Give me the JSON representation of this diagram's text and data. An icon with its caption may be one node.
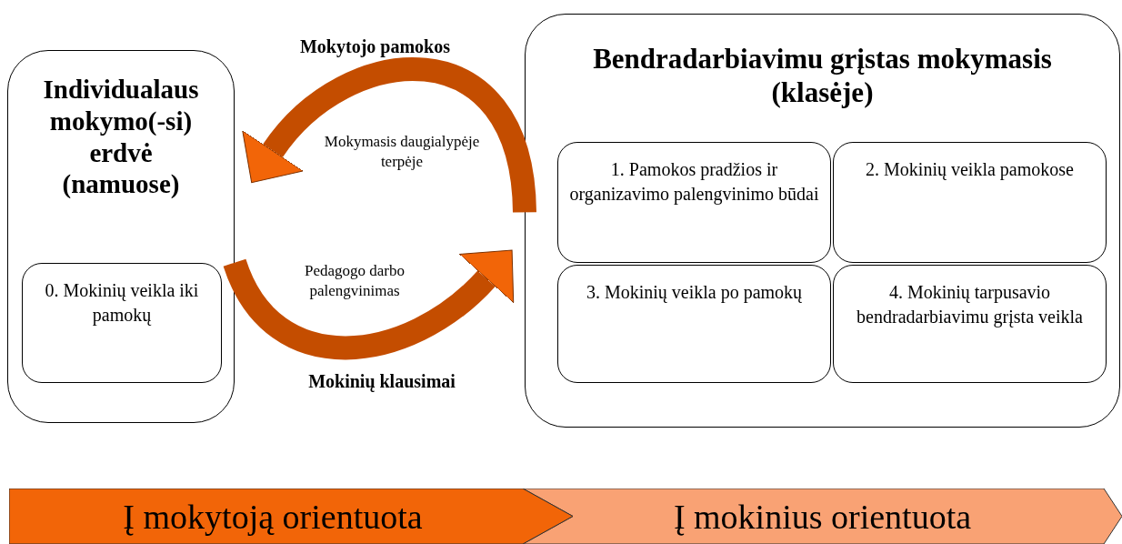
{
  "diagram": {
    "nodes": [
      {
        "text": [
          "Individualaus mokymo(-si) erdvė (namuose)"
        ]
      },
      {
        "text": [
          "0. Mokinių veikla iki pamokų"
        ],
        "in": 0
      },
      {
        "text": [
          "Bendradarbiavimu grįstas mokymasis (klasėje)"
        ]
      },
      {
        "text": [
          "1. Pamokos pradžios ir organizavimo palengvinimo būdai"
        ],
        "in": 2
      },
      {
        "text": [
          "2. Mokinių veikla pamokose"
        ],
        "in": 2
      },
      {
        "text": [
          "3. Mokinių veikla po pamokų"
        ],
        "in": 2
      },
      {
        "text": [
          "4. Mokinių tarpusavio bendradarbiavimu grįsta veikla"
        ],
        "in": 2
      },
      {
        "text": [
          "Į mokytoją orientuota"
        ]
      },
      {
        "text": [
          "Į mokinius orientuota"
        ]
      }
    ],
    "edges": [
      {
        "from": 2,
        "to": 0,
        "arrow": "to",
        "label": "Mokymasis daugialypėje terpėje"
      },
      {
        "from": 0,
        "to": 2,
        "arrow": "to",
        "label": "Pedagogo darbo palengvinimas"
      }
    ],
    "labels": [
      "Mokytojo pamokos",
      "Mokinių klausimai"
    ]
  }
}
